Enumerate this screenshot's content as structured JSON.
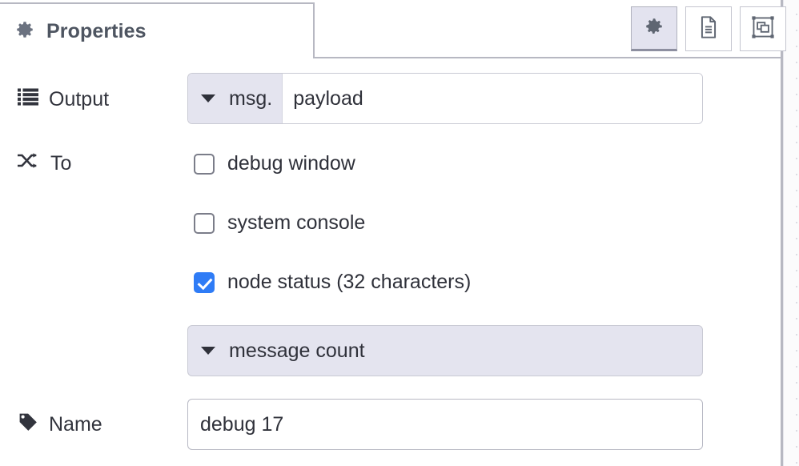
{
  "tab": {
    "icon": "gear-icon",
    "label": "Properties"
  },
  "tab_buttons": [
    {
      "name": "properties-gear-button",
      "icon": "gear-icon",
      "active": true
    },
    {
      "name": "description-button",
      "icon": "document-icon",
      "active": false
    },
    {
      "name": "appearance-button",
      "icon": "appearance-icon",
      "active": false
    }
  ],
  "form": {
    "output": {
      "icon": "list-icon",
      "label": "Output",
      "type_prefix": "msg.",
      "value": "payload",
      "placeholder": ""
    },
    "to": {
      "icon": "shuffle-icon",
      "label": "To",
      "options": [
        {
          "label": "debug window",
          "checked": false
        },
        {
          "label": "system console",
          "checked": false
        },
        {
          "label": "node status (32 characters)",
          "checked": true
        }
      ],
      "status_type": "message count"
    },
    "name": {
      "icon": "tag-icon",
      "label": "Name",
      "value": "debug 17",
      "placeholder": "Name"
    }
  },
  "colors": {
    "accent_checkbox": "#2f7cf6",
    "field_prefix_bg": "#e4e4ef",
    "border": "#c9cad4",
    "tab_border": "#b7b8c2",
    "text": "#2f313a",
    "tab_title": "#4e5561"
  }
}
